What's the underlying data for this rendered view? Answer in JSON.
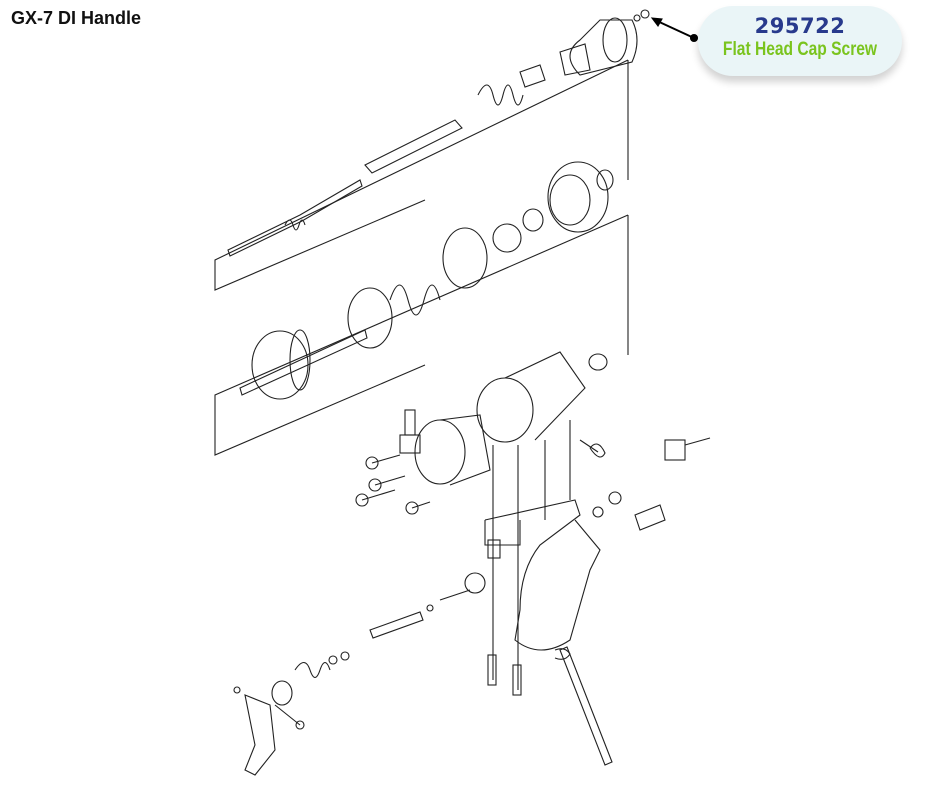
{
  "title": "GX-7 DI  Handle",
  "callout": {
    "part_number": "295722",
    "part_name": "Flat Head Cap Screw",
    "colors": {
      "part_number": "#283a8c",
      "part_name": "#7ac41e",
      "bubble": "#eaf5f7"
    }
  }
}
